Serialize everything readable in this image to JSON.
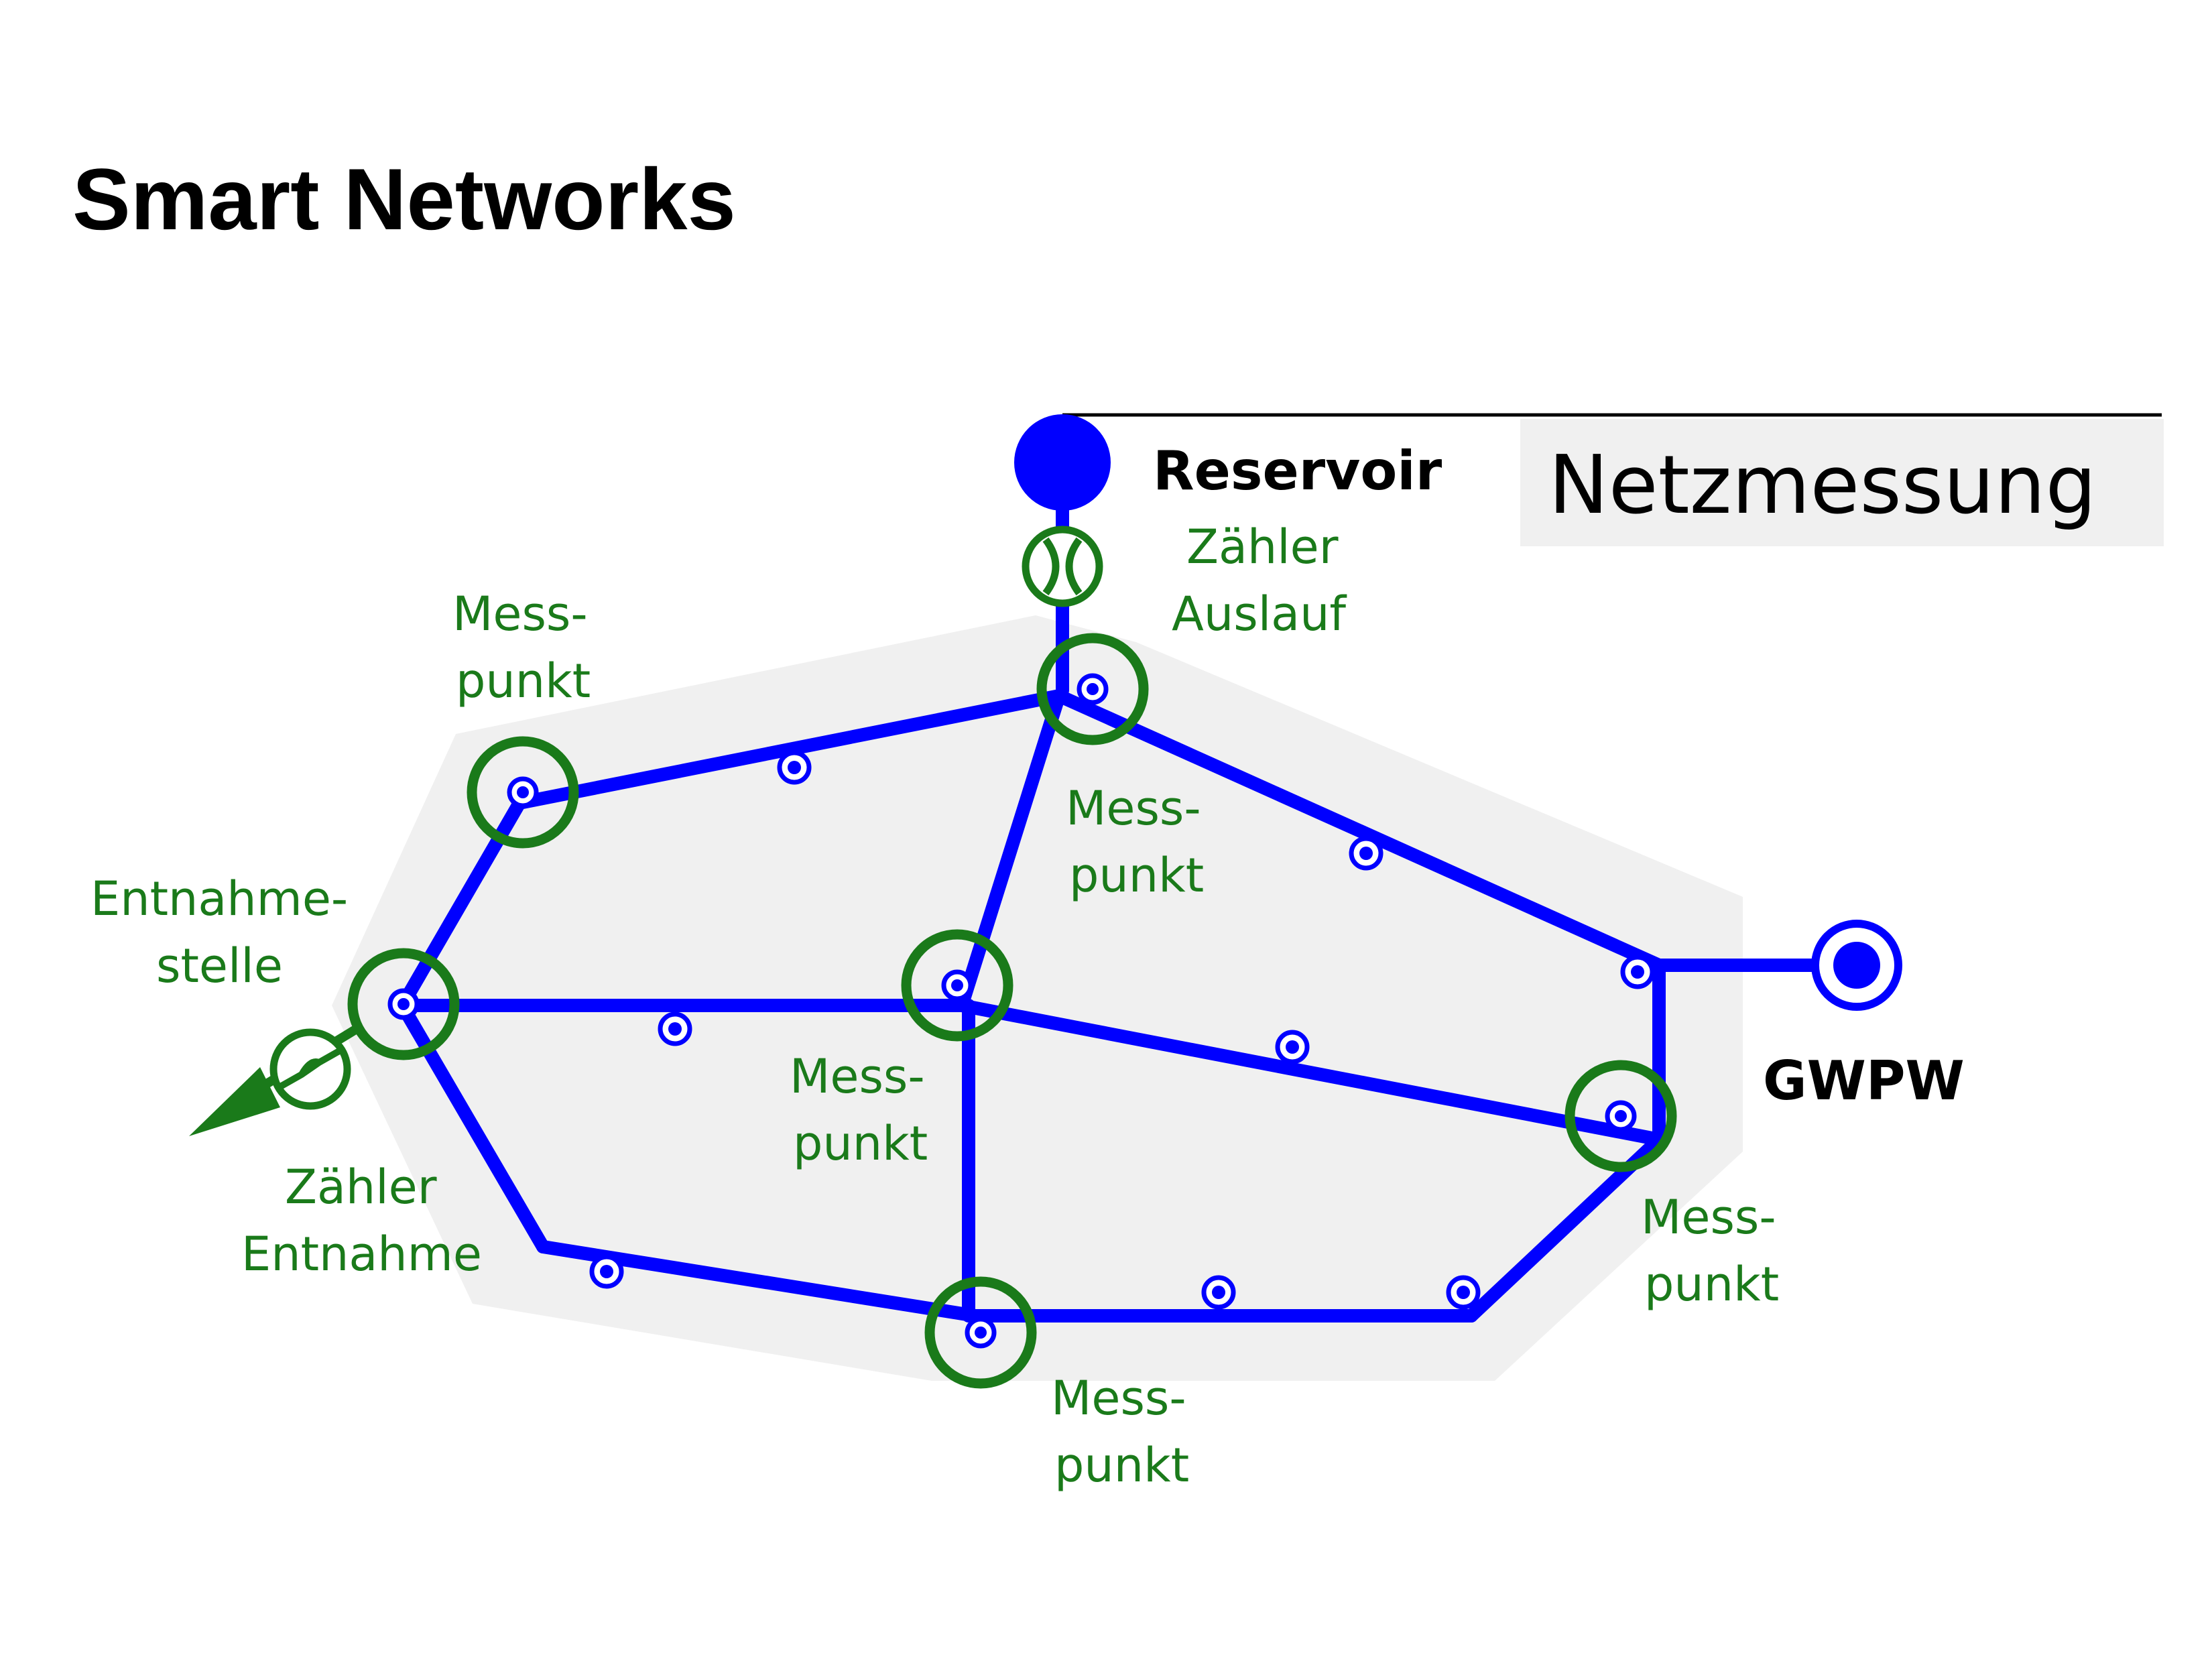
{
  "title": "Smart Networks",
  "badge": "Netzmessung",
  "labels": {
    "reservoir": "Reservoir",
    "gwpw": "GWPW",
    "zaehler_auslauf": [
      "Zähler",
      "Auslauf"
    ],
    "zaehler_entnahme": [
      "Zähler",
      "Entnahme"
    ],
    "entnahmestelle": [
      "Entnahme-",
      "stelle"
    ],
    "messpunkt": [
      "Mess-",
      "punkt"
    ]
  },
  "colors": {
    "pipe": "#0000ff",
    "meter": "#1a7a1a",
    "label_green": "#1a7a1a",
    "zone": "#f0f0f0",
    "badge_bg": "#f0f0f0"
  },
  "icons": [
    "reservoir-icon",
    "pump-station-icon",
    "flow-meter-icon",
    "extraction-meter-icon",
    "measurement-point-icon",
    "node-icon",
    "outflow-arrow-icon"
  ]
}
